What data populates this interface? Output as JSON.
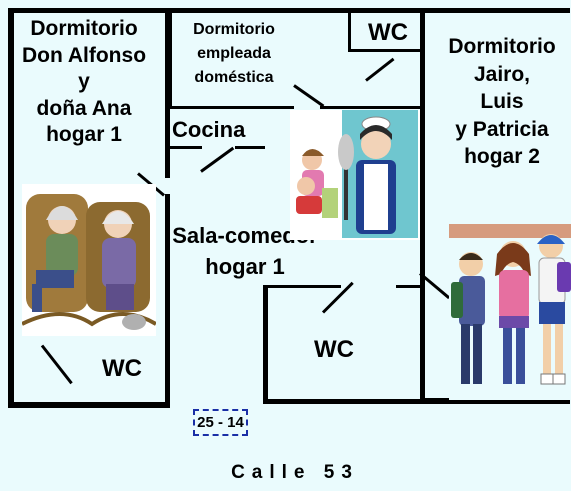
{
  "rooms": {
    "master_bedroom": [
      "Dormitorio",
      "Don Alfonso",
      "y",
      "doña Ana",
      "hogar 1"
    ],
    "maid_bedroom": [
      "Dormitorio",
      "empleada",
      "doméstica"
    ],
    "kids_bedroom": [
      "Dormitorio",
      "Jairo,",
      "Luis",
      "y Patricia",
      "hogar 2"
    ],
    "kitchen": "Cocina",
    "living_dining": [
      "Sala-comedor",
      "hogar 1"
    ],
    "wc_top": "WC",
    "wc_left": "WC",
    "wc_center": "WC"
  },
  "house_number": "25 - 14",
  "street": "Calle 53",
  "colors": {
    "background": "#eafbfd",
    "walls": "#000000",
    "number_border": "#1a2fa6"
  },
  "illustrations": [
    "elderly-couple-illustration",
    "maid-illustration",
    "children-with-backpacks-illustration"
  ]
}
